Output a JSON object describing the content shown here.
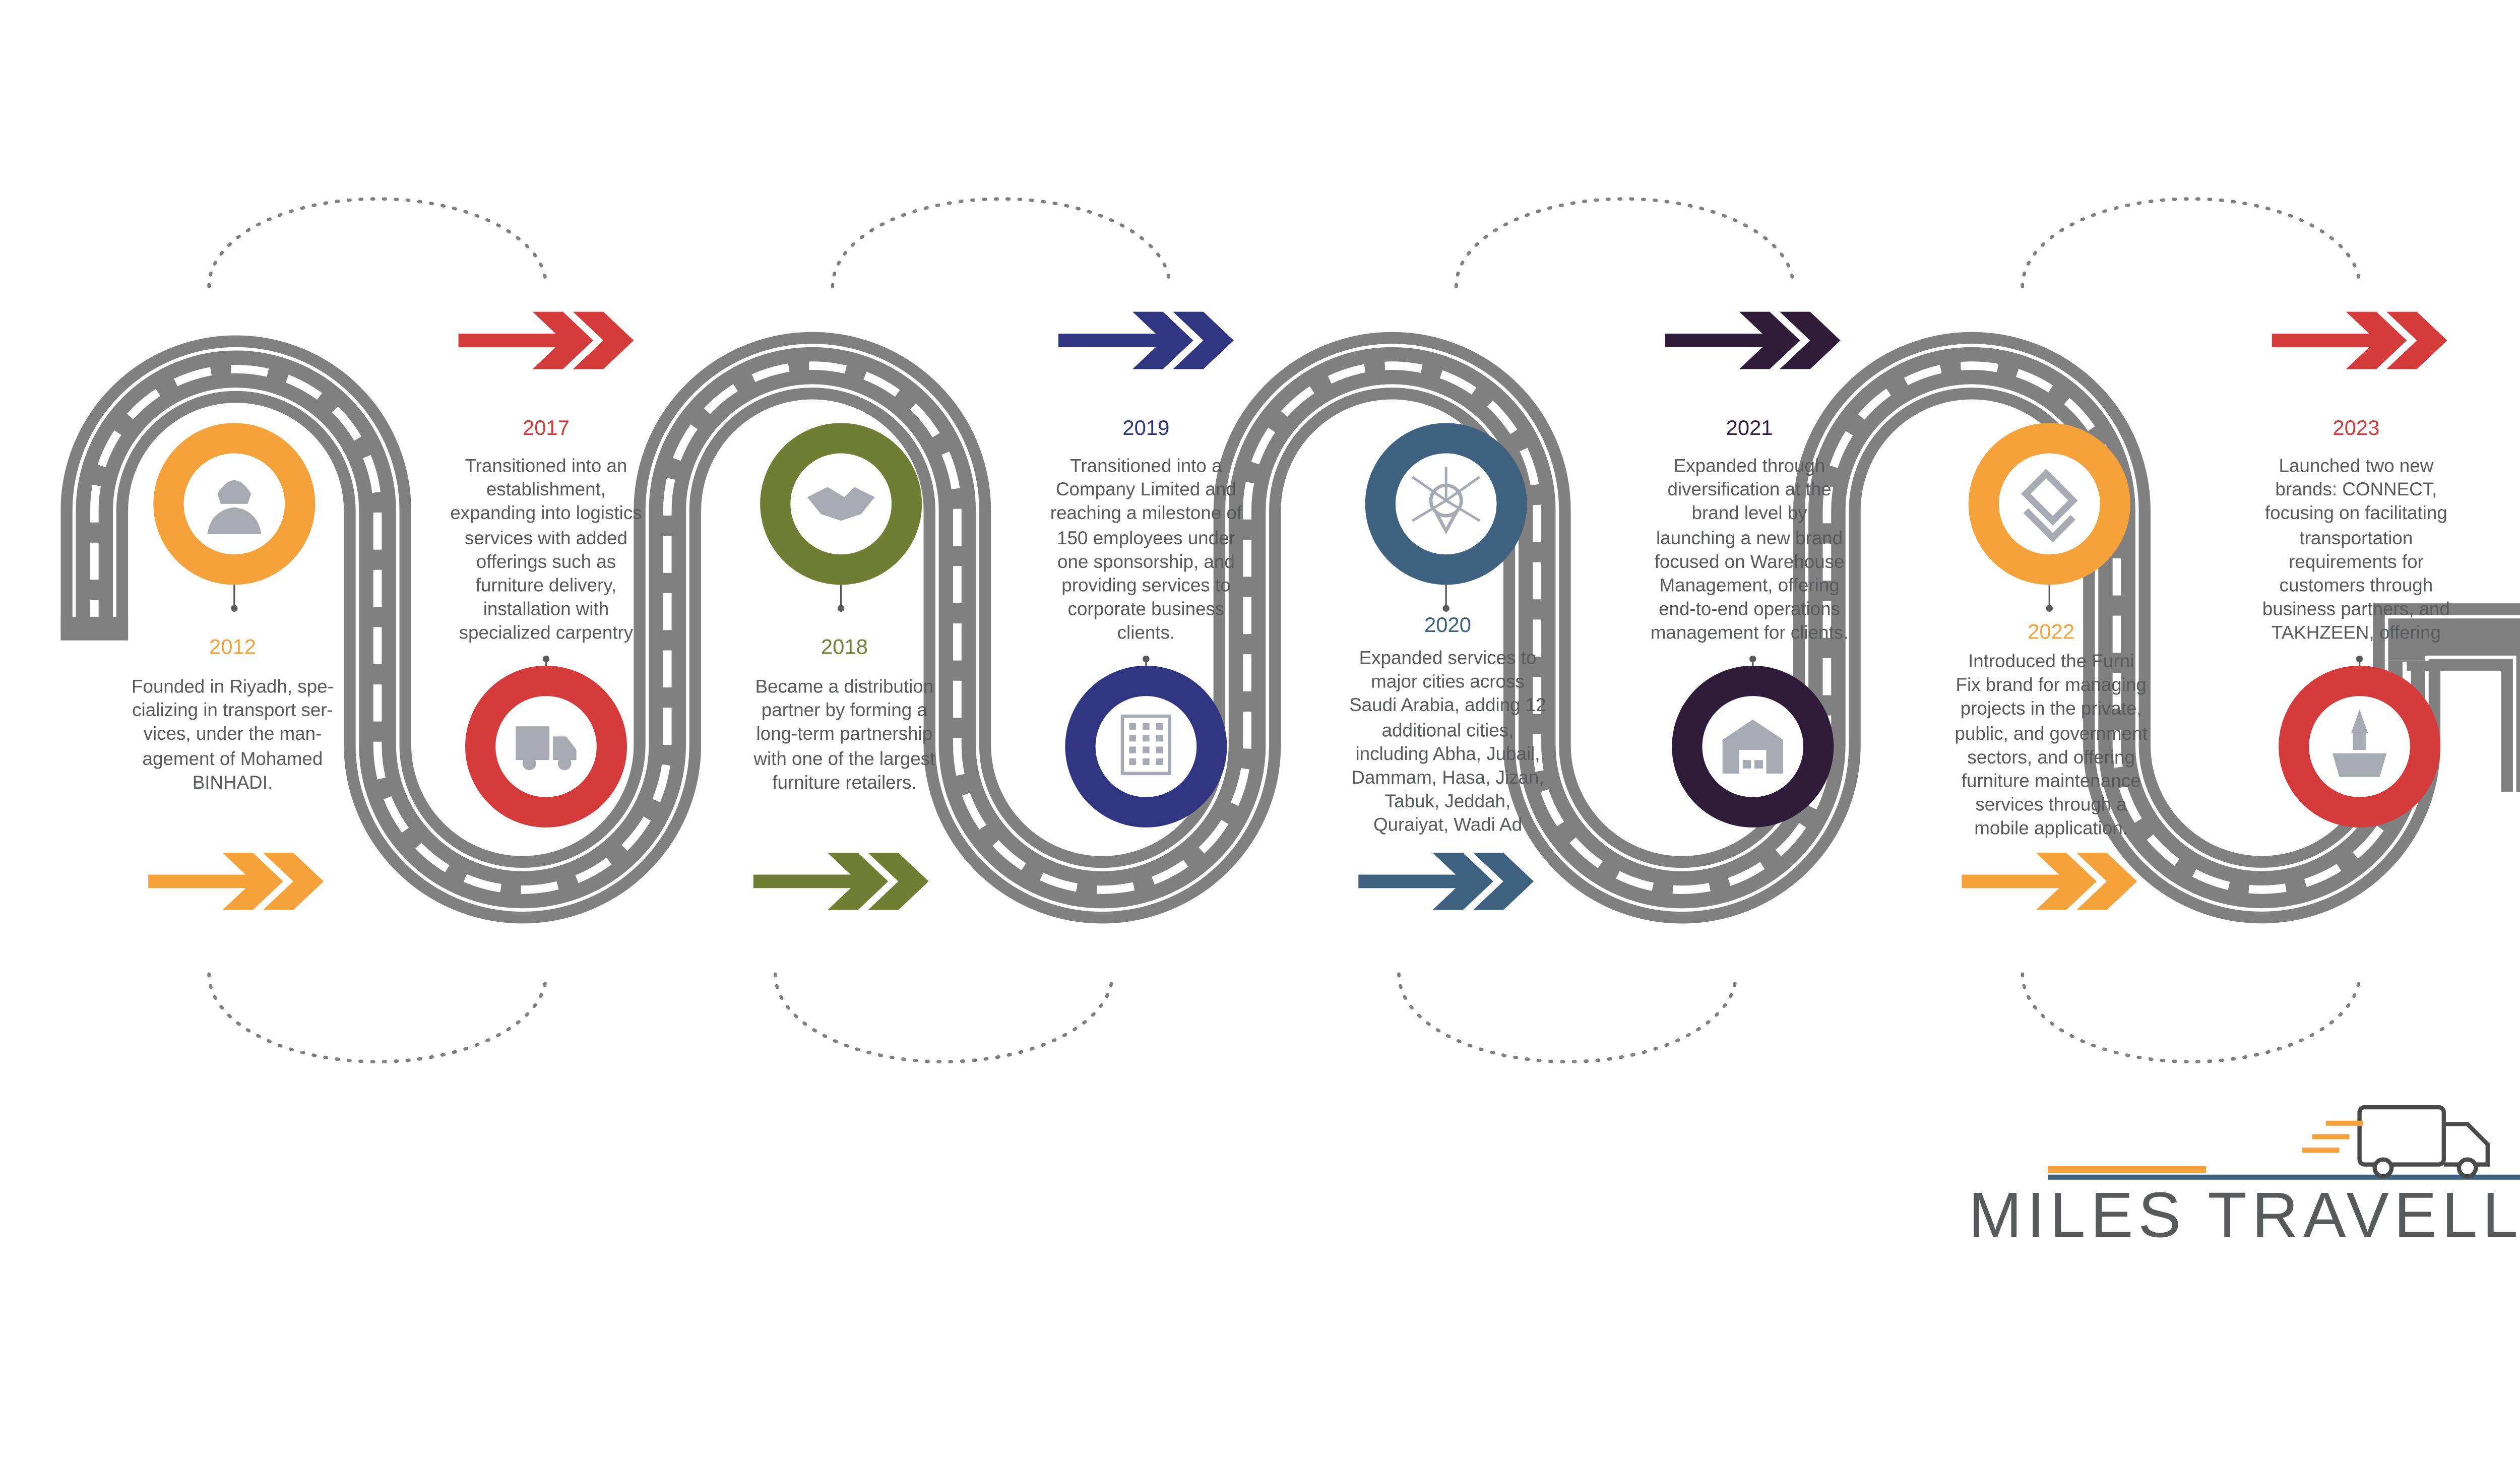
{
  "colors": {
    "road": "#808080",
    "road_marking": "#ffffff",
    "dots": "#808080",
    "text": "#58595b"
  },
  "milestones": [
    {
      "year": "2012",
      "color": "#f5a23a",
      "icon": "person-icon",
      "lines": [
        "Founded in Riyadh, spe-",
        "cializing in transport ser-",
        "vices, under the man-",
        "agement of Mohamed",
        "BINHADI."
      ]
    },
    {
      "year": "2017",
      "color": "#d63b3b",
      "icon": "delivery-van-tools-icon",
      "lines": [
        "Transitioned into an",
        "establishment,",
        "expanding into logistics",
        "services with added",
        "offerings such as",
        "furniture delivery,",
        "installation with",
        "specialized carpentry"
      ]
    },
    {
      "year": "2018",
      "color": "#6f7e32",
      "icon": "handshake-icon",
      "lines": [
        "Became a distribution",
        "partner by forming a",
        "long-term partnership",
        "with one of the largest",
        "furniture retailers."
      ]
    },
    {
      "year": "2019",
      "color": "#2f3580",
      "icon": "building-icon",
      "lines": [
        "Transitioned into a",
        "Company Limited and",
        "reaching a milestone of",
        "150 employees under",
        "one sponsorship, and",
        "providing services to",
        "corporate business",
        "clients."
      ]
    },
    {
      "year": "2020",
      "color": "#3f6180",
      "icon": "location-network-icon",
      "lines": [
        "Expanded services to",
        "major cities across",
        "Saudi Arabia, adding 12",
        "additional cities,",
        "including Abha, Jubail,",
        "Dammam, Hasa, Jizan,",
        "Tabuk, Jeddah,",
        "Quraiyat, Wadi Ad"
      ]
    },
    {
      "year": "2021",
      "color": "#2e1c3a",
      "icon": "warehouse-icon",
      "lines": [
        "Expanded through",
        "diversification at the",
        "brand level by",
        "launching a new brand",
        "focused on Warehouse",
        "Management, offering",
        "end-to-end operations",
        "management for clients."
      ]
    },
    {
      "year": "2022",
      "color": "#f5a23a",
      "icon": "furni-fix-logo-icon",
      "lines": [
        "Introduced the Furni",
        "Fix brand for managing",
        "projects in the private,",
        "public, and government",
        "sectors, and offering",
        "furniture maintenance",
        "services through a",
        "mobile application."
      ]
    },
    {
      "year": "2023",
      "color": "#d63b3b",
      "icon": "box-rocket-icon",
      "lines": [
        "Launched two new",
        "brands: CONNECT,",
        "focusing on facilitating",
        "transportation",
        "requirements for",
        "customers through",
        "business partners, and",
        "TAKHZEEN, offering"
      ]
    }
  ],
  "arrows": [
    {
      "color": "#d63b3b"
    },
    {
      "color": "#2f3580"
    },
    {
      "color": "#2e1c3a"
    },
    {
      "color": "#d63b3b"
    },
    {
      "color": "#f5a23a"
    },
    {
      "color": "#6f7e32"
    },
    {
      "color": "#3f6180"
    },
    {
      "color": "#f5a23a"
    }
  ],
  "brand": {
    "title": "MILES TRAVELLED",
    "underline_accent": "#f5a23a",
    "underline_main": "#3f6180",
    "truck_icon": "delivery-truck-icon"
  }
}
